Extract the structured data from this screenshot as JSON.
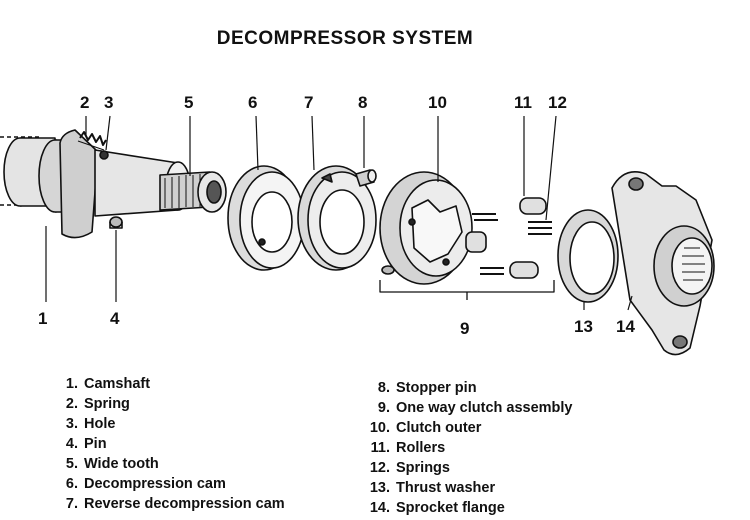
{
  "title": "DECOMPRESSOR SYSTEM",
  "callouts": {
    "c1": "1",
    "c2": "2",
    "c3": "3",
    "c4": "4",
    "c5": "5",
    "c6": "6",
    "c7": "7",
    "c8": "8",
    "c9": "9",
    "c10": "10",
    "c11": "11",
    "c12": "12",
    "c13": "13",
    "c14": "14"
  },
  "legend_left": [
    {
      "num": "1.",
      "label": "Camshaft"
    },
    {
      "num": "2.",
      "label": "Spring"
    },
    {
      "num": "3.",
      "label": "Hole"
    },
    {
      "num": "4.",
      "label": "Pin"
    },
    {
      "num": "5.",
      "label": "Wide tooth"
    },
    {
      "num": "6.",
      "label": "Decompression cam"
    },
    {
      "num": "7.",
      "label": "Reverse decompression cam"
    }
  ],
  "legend_right": [
    {
      "num": "8.",
      "label": "Stopper pin"
    },
    {
      "num": "9.",
      "label": "One way clutch assembly"
    },
    {
      "num": "10.",
      "label": "Clutch outer"
    },
    {
      "num": "11.",
      "label": "Rollers"
    },
    {
      "num": "12.",
      "label": "Springs"
    },
    {
      "num": "13.",
      "label": "Thrust washer"
    },
    {
      "num": "14.",
      "label": "Sprocket flange"
    }
  ]
}
